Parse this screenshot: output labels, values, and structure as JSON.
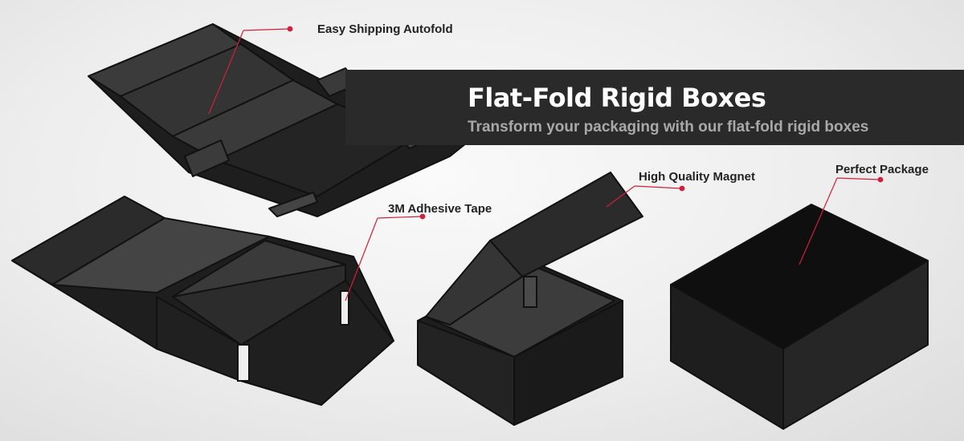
{
  "banner": {
    "title": "Flat-Fold Rigid Boxes",
    "subtitle": "Transform your packaging with our flat-fold rigid boxes"
  },
  "callouts": {
    "autofold": "Easy Shipping Autofold",
    "tape": "3M Adhesive Tape",
    "magnet": "High Quality Magnet",
    "package": "Perfect Package"
  },
  "colors": {
    "banner_bg": "#2a2a2a",
    "accent": "#d11f3c",
    "box_dark": "#1c1c1c",
    "box_mid": "#3a3a3a"
  }
}
